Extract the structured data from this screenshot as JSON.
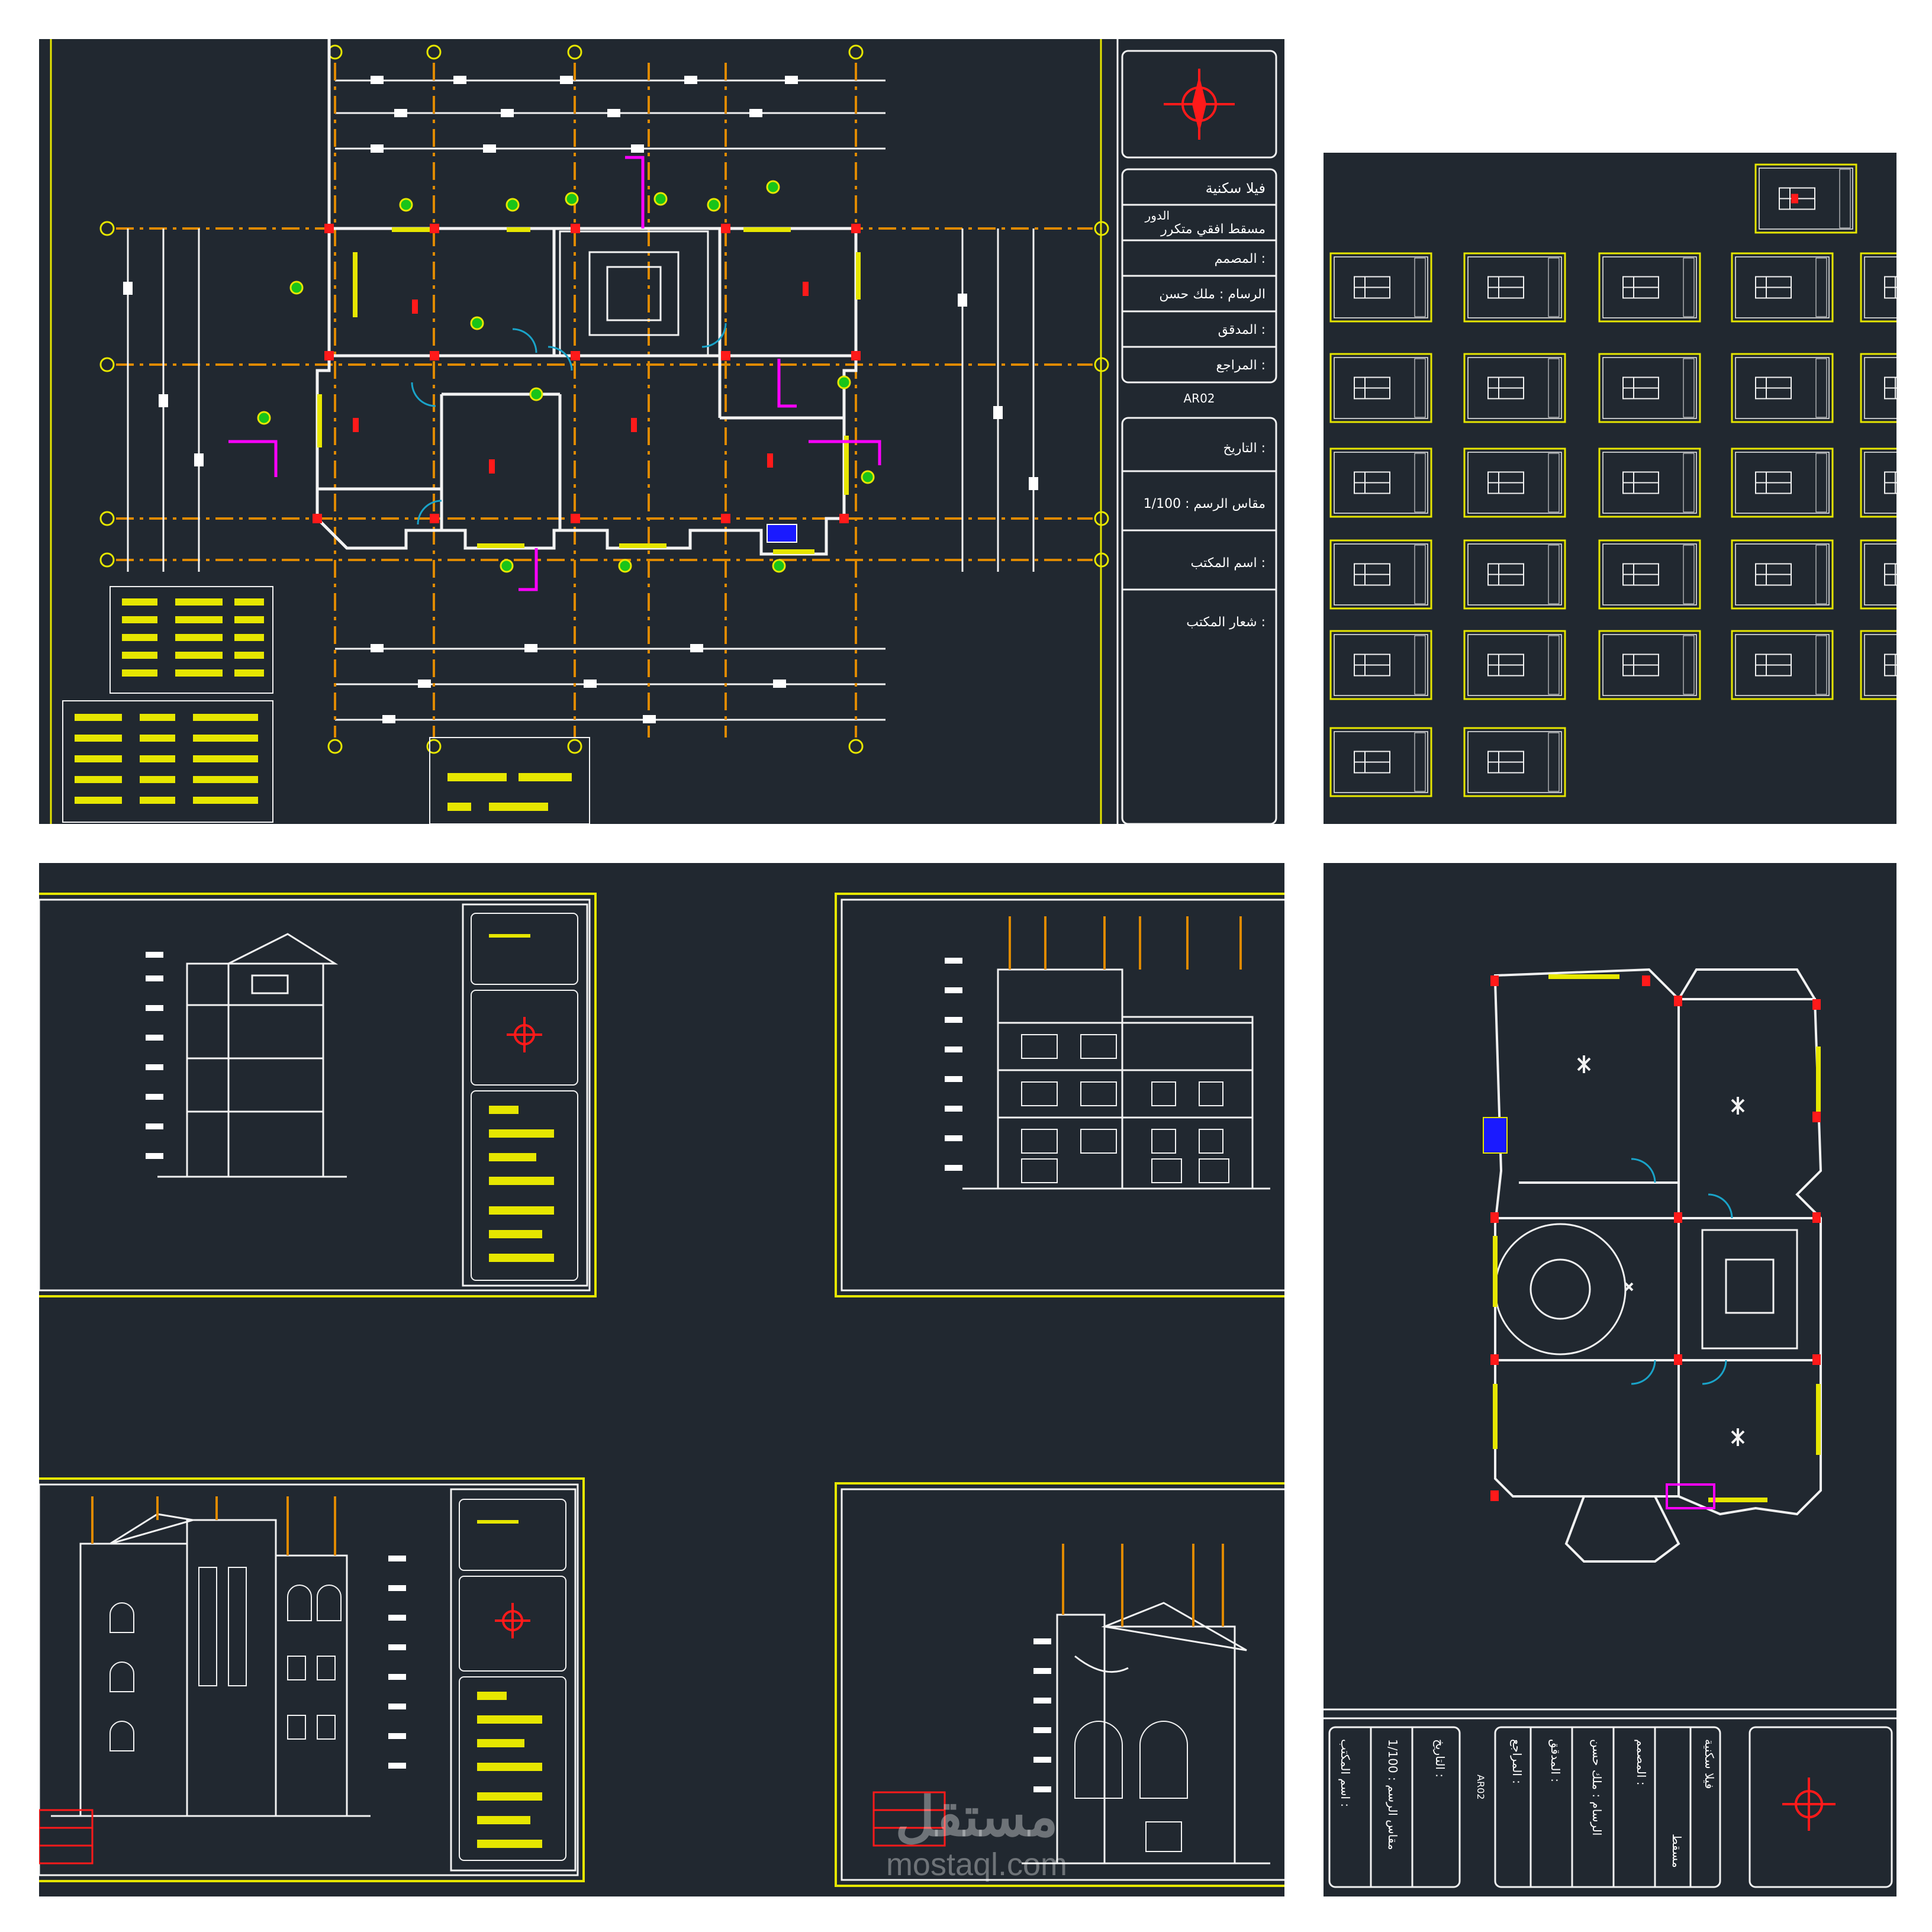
{
  "colors": {
    "canvas": "#212830",
    "frame_yellow": "#e6e600",
    "wall_white": "#f2f2f2",
    "axis_orange": "#e08a00",
    "door_cyan": "#1aa3c8",
    "marker_red": "#ff1a1a",
    "pipe_magenta": "#ff00ff",
    "fixture_blue": "#1a1aff",
    "lamp_green": "#19c419"
  },
  "panel_floor_plan": {
    "title_block": {
      "project": "فيلا سكنية",
      "drawing_name_1": "الدور",
      "drawing_name_2": "مسقط افقي متكرر",
      "designer": "المصمم :",
      "drafter": "الرسام : ملك حسن",
      "checker": "المدقق :",
      "reviewer": "المراجع :",
      "sheet_code": "AR02",
      "date": "التاريخ :",
      "scale": "مقاس الرسم : 1/100",
      "office_name": "اسم المكتب :",
      "office_logo": "شعار المكتب :"
    },
    "north_arrow_icon": "compass-rose-icon"
  },
  "panel_sheet_grid": {
    "sheet_count": 28
  },
  "panel_sections": {
    "views": [
      "section",
      "front-elevation",
      "side-elevation",
      "rear-elevation"
    ]
  },
  "panel_plan_rotated": {
    "title_block": {
      "project": "فيلا سكنية",
      "drawing_name": "مسقط",
      "designer": "المصمم :",
      "drafter": "الرسام : ملك حسن",
      "checker": "المدقق :",
      "reviewer": "المراجع :",
      "sheet_code": "AR02",
      "scale": "مقاس الرسم : 1/100",
      "date": "التاريخ :",
      "office_name": "اسم المكتب :"
    }
  },
  "watermark": {
    "logo": "مستقل",
    "url": "mostaql.com"
  }
}
